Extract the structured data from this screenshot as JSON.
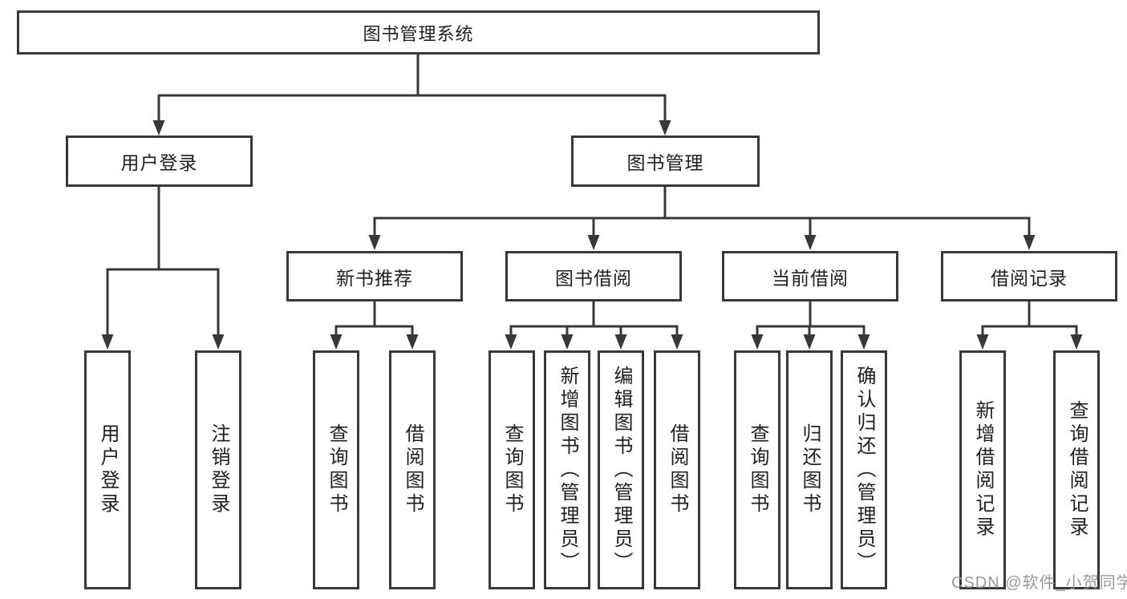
{
  "diagram": {
    "root": {
      "label": "图书管理系统"
    },
    "level2": [
      {
        "label": "用户登录",
        "children": [
          {
            "label": "用户登录"
          },
          {
            "label": "注销登录"
          }
        ]
      },
      {
        "label": "图书管理",
        "children": [
          {
            "label": "新书推荐",
            "children": [
              {
                "label": "查询图书"
              },
              {
                "label": "借阅图书"
              }
            ]
          },
          {
            "label": "图书借阅",
            "children": [
              {
                "label": "查询图书"
              },
              {
                "label": "新增图书（管理员）"
              },
              {
                "label": "编辑图书（管理员）"
              },
              {
                "label": "借阅图书"
              }
            ]
          },
          {
            "label": "当前借阅",
            "children": [
              {
                "label": "查询图书"
              },
              {
                "label": "归还图书"
              },
              {
                "label": "确认归还（管理员）"
              }
            ]
          },
          {
            "label": "借阅记录",
            "children": [
              {
                "label": "新增借阅记录"
              },
              {
                "label": "查询借阅记录"
              }
            ]
          }
        ]
      }
    ],
    "watermark": "CSDN @软件_小贺同学",
    "colors": {
      "line": "#383838",
      "text": "#1f1f1f",
      "watermark": "#919191",
      "background": "#ffffff"
    }
  }
}
